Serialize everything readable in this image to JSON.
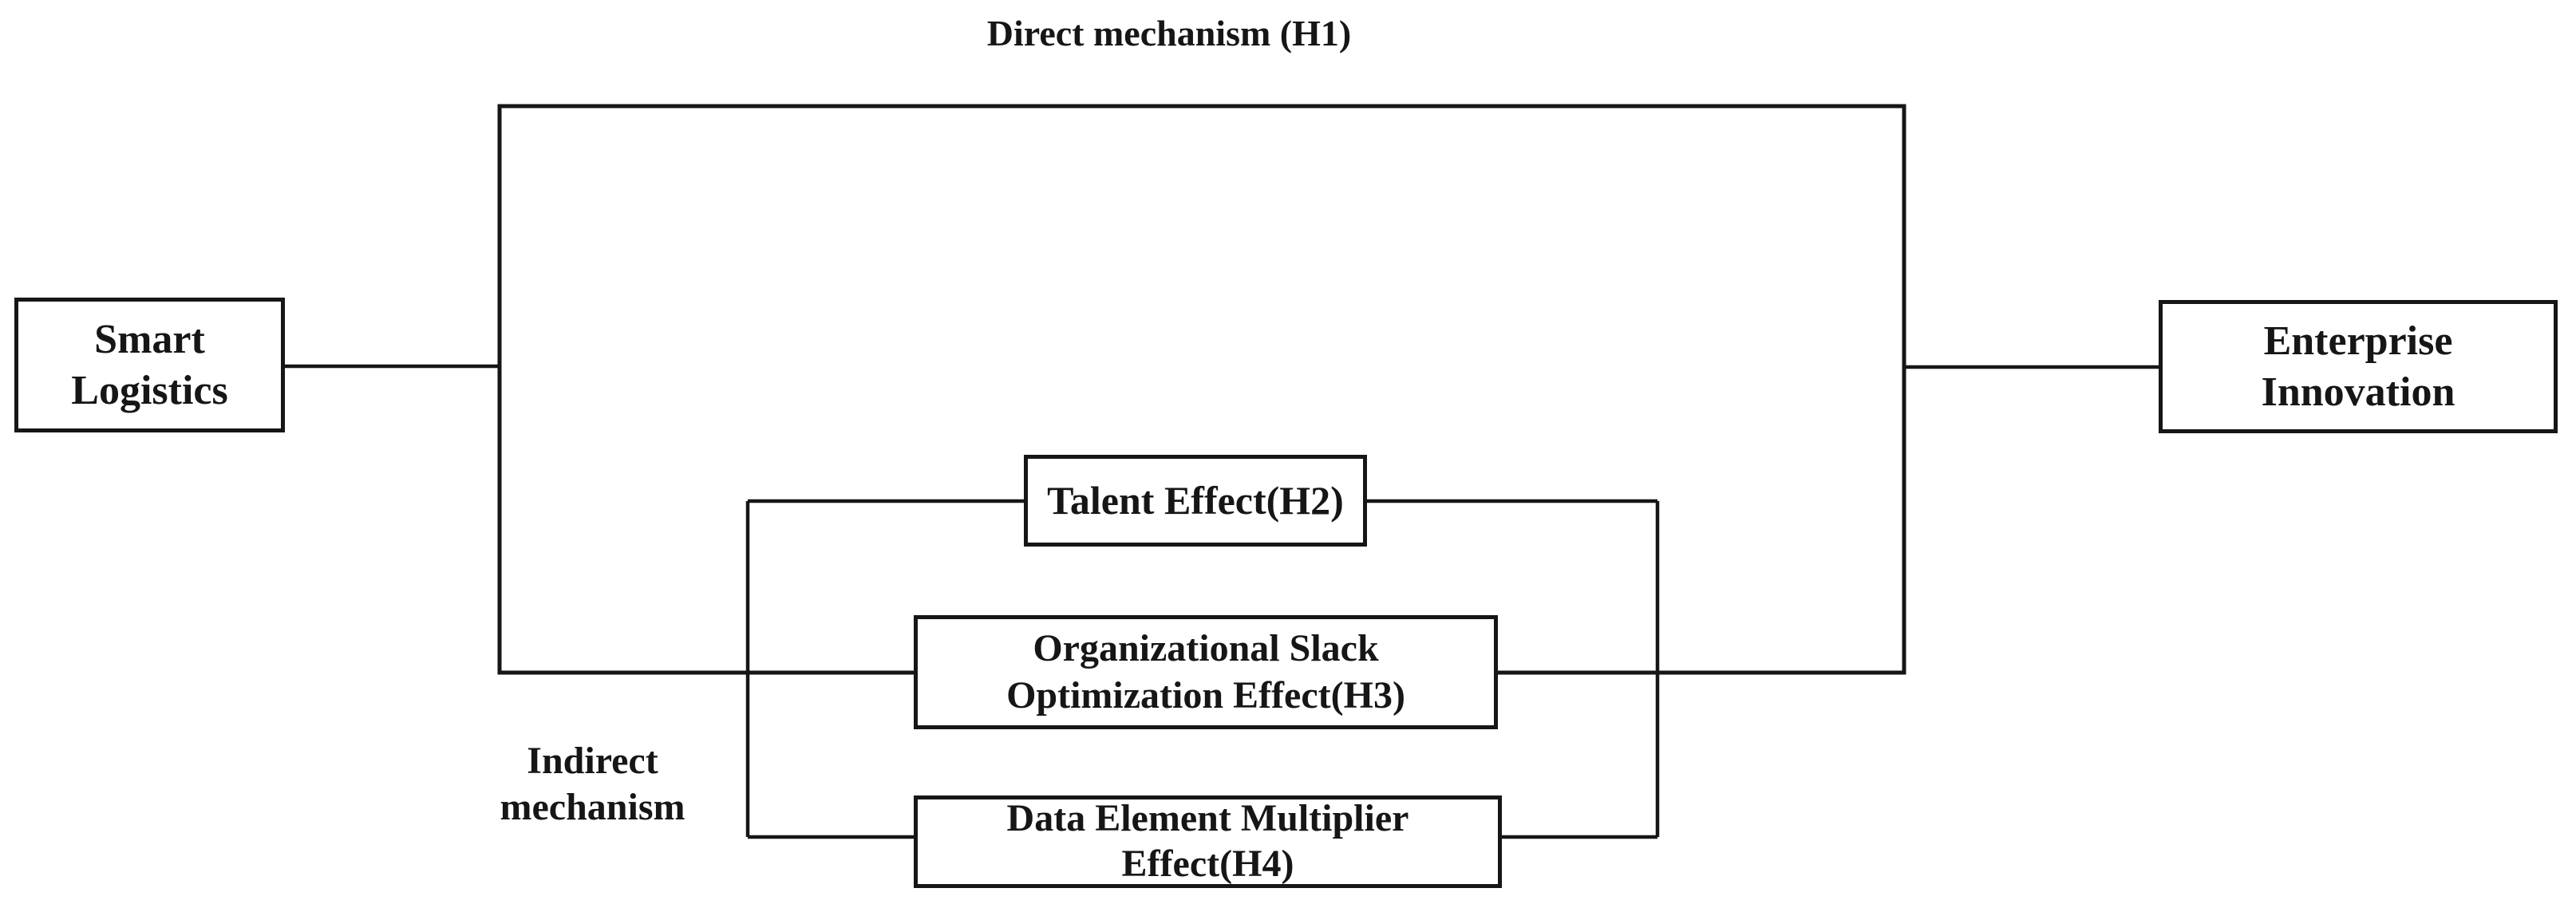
{
  "title": "Direct mechanism (H1)",
  "labels": {
    "indirect": {
      "lines": [
        "Indirect",
        "mechanism"
      ]
    }
  },
  "nodes": {
    "smart_logistics": {
      "lines": [
        "Smart",
        "Logistics"
      ]
    },
    "enterprise_innovation": {
      "lines": [
        "Enterprise",
        "Innovation"
      ]
    },
    "talent_effect": {
      "lines": [
        "Talent Effect(H2)"
      ]
    },
    "organizational_slack": {
      "lines": [
        "Organizational Slack",
        "Optimization Effect(H3)"
      ]
    },
    "data_element": {
      "lines": [
        "Data Element Multiplier",
        "Effect(H4)"
      ]
    }
  },
  "colors": {
    "line": "#161616",
    "text": "#161616",
    "background": "#ffffff"
  }
}
